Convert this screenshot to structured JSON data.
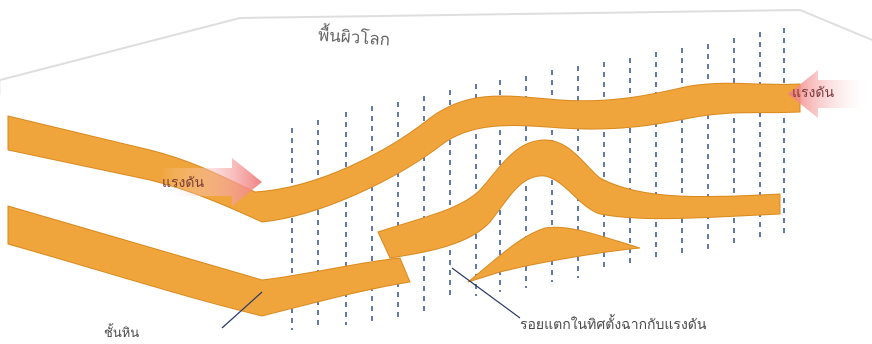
{
  "labels": {
    "earth_surface": "พื้นผิวโลก",
    "push_force_left": "แรงดัน",
    "push_force_right": "แรงดัน",
    "crack_direction": "รอยแตกในทิศตั้งฉากกับแรงดัน",
    "rock_layer": "ชั้นหิน"
  },
  "colors": {
    "layer_fill": "#f0a43c",
    "layer_edge": "#d98a1e",
    "force_arrow": "#f08a8a",
    "crack_line": "#3a5a9a",
    "surface_edge": "#d8d8d8",
    "pointer_line": "#2a3a6a"
  }
}
